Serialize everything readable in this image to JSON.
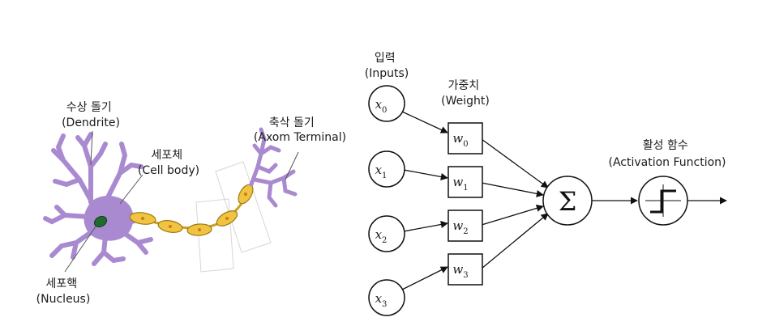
{
  "neuron": {
    "dendrite": {
      "line1": "수상 돌기",
      "line2": "(Dendrite)"
    },
    "cell_body": {
      "line1": "세포체",
      "line2": "(Cell body)"
    },
    "axon_terminal": {
      "line1": "축삭 돌기",
      "line2": "(Axom Terminal)"
    },
    "nucleus": {
      "line1": "세포핵",
      "line2": "(Nucleus)"
    }
  },
  "perceptron": {
    "inputs_title": {
      "line1": "입력",
      "line2": "(Inputs)"
    },
    "weights_title": {
      "line1": "가중치",
      "line2": "(Weight)"
    },
    "activation_title": {
      "line1": "활성 함수",
      "line2": "(Activation Function)"
    },
    "inputs": [
      {
        "symbol": "x",
        "sub": "0"
      },
      {
        "symbol": "x",
        "sub": "1"
      },
      {
        "symbol": "x",
        "sub": "2"
      },
      {
        "symbol": "x",
        "sub": "3"
      }
    ],
    "weights": [
      {
        "symbol": "w",
        "sub": "0"
      },
      {
        "symbol": "w",
        "sub": "1"
      },
      {
        "symbol": "w",
        "sub": "2"
      },
      {
        "symbol": "w",
        "sub": "3"
      }
    ],
    "sum_symbol": "Σ"
  },
  "colors": {
    "neuron_body": "#a98ad0",
    "axon_segment": "#f0c440",
    "nucleus": "#1f6b2e",
    "outline": "#111111"
  }
}
